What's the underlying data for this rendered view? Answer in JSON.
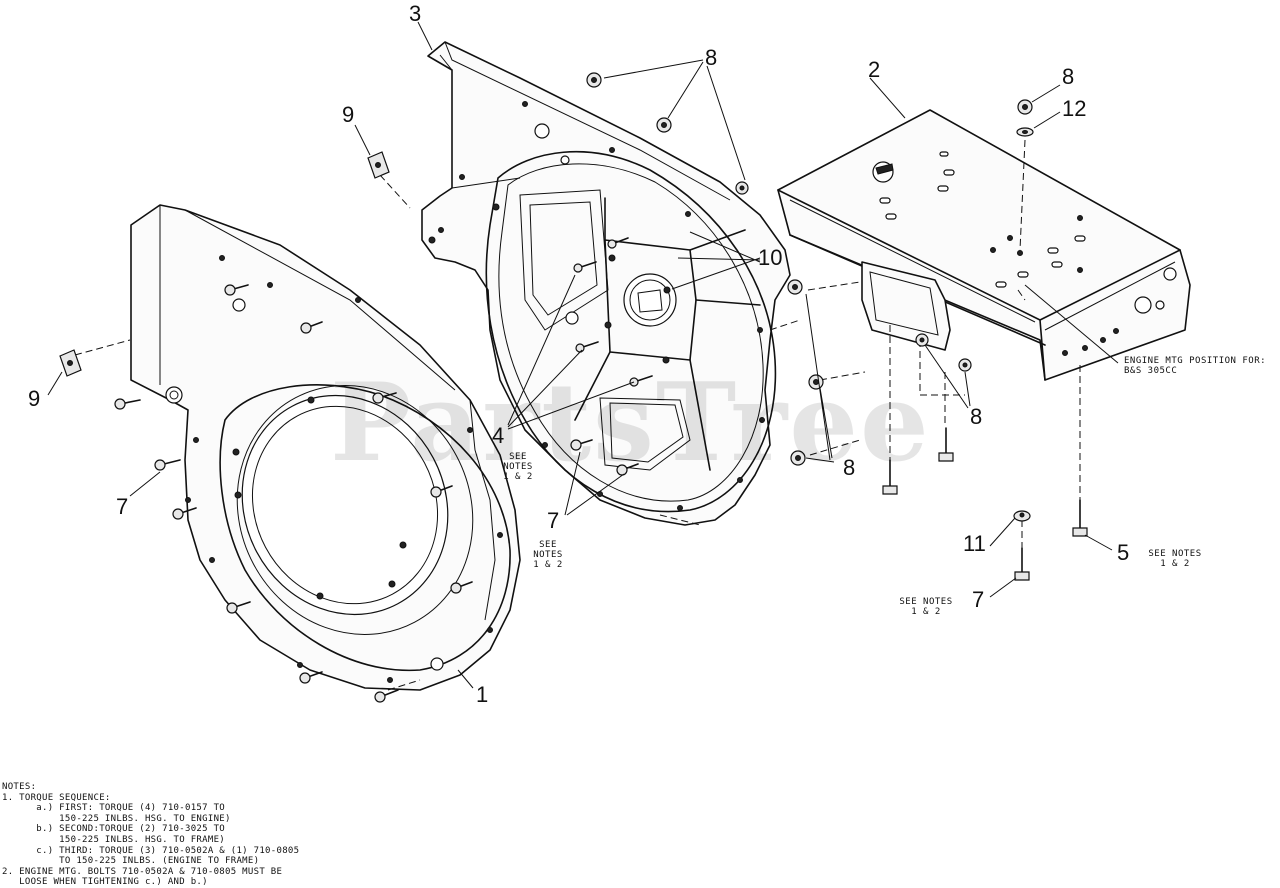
{
  "watermark": "PartsTree",
  "callouts": {
    "c1": "1",
    "c2": "2",
    "c3": "3",
    "c4": "4",
    "c5": "5",
    "c7a": "7",
    "c7b": "7",
    "c7c": "7",
    "c8a": "8",
    "c8b": "8",
    "c8c": "8",
    "c8d": "8",
    "c9a": "9",
    "c9b": "9",
    "c10": "10",
    "c11": "11",
    "c12": "12"
  },
  "see_notes": {
    "a": "SEE\nNOTES\n1 & 2",
    "b": "SEE\nNOTES\n1 & 2",
    "c": "SEE NOTES\n1 & 2",
    "d": "SEE NOTES\n1 & 2"
  },
  "engine_position_note": "ENGINE MTG POSITION FOR:\nB&S 305CC",
  "notes": [
    "NOTES:",
    "1. TORQUE SEQUENCE:",
    "      a.) FIRST: TORQUE (4) 710-0157 TO",
    "          150-225 INLBS. HSG. TO ENGINE)",
    "      b.) SECOND:TORQUE (2) 710-3025 TO",
    "          150-225 INLBS. HSG. TO FRAME)",
    "      c.) THIRD: TORQUE (3) 710-0502A & (1) 710-0805",
    "          TO 150-225 INLBS. (ENGINE TO FRAME)",
    "2. ENGINE MTG. BOLTS 710-0502A & 710-0805 MUST BE",
    "   LOOSE WHEN TIGHTENING c.) AND b.)"
  ]
}
